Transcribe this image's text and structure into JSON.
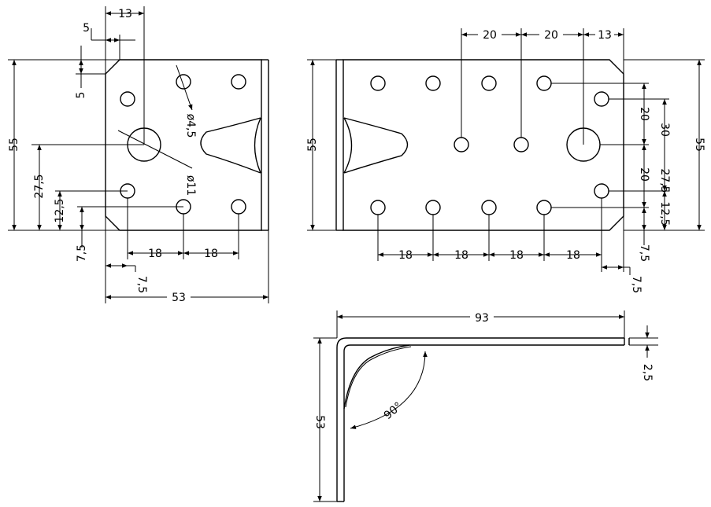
{
  "left_view": {
    "width_label": "53",
    "height_label": "55",
    "top_offset_label": "13",
    "chamfer_h_label": "5",
    "chamfer_v_label": "5",
    "small_hole_label": "ø4,5",
    "large_hole_label": "ø11",
    "mid_height_label": "27,5",
    "row_offset_label": "12,5",
    "bottom_offset_label": "7,5",
    "left_offset_label": "7,5",
    "pitch_1_label": "18",
    "pitch_2_label": "18"
  },
  "right_view": {
    "height_left_label": "55",
    "height_right_label": "55",
    "top_pitch_1_label": "20",
    "top_pitch_2_label": "20",
    "top_pitch_3_label": "13",
    "vertical_1_label": "20",
    "vertical_2_label": "30",
    "vertical_3_label": "20",
    "vertical_4_label": "27,5",
    "vertical_5_label": "12,5",
    "vertical_6_label": "7,5",
    "bottom_pitch_1_label": "18",
    "bottom_pitch_2_label": "18",
    "bottom_pitch_3_label": "18",
    "bottom_pitch_4_label": "18",
    "bottom_right_offset_label": "7,5"
  },
  "side_view": {
    "length_label": "93",
    "height_label": "53",
    "thickness_label": "2,5",
    "angle_label": "90°"
  }
}
